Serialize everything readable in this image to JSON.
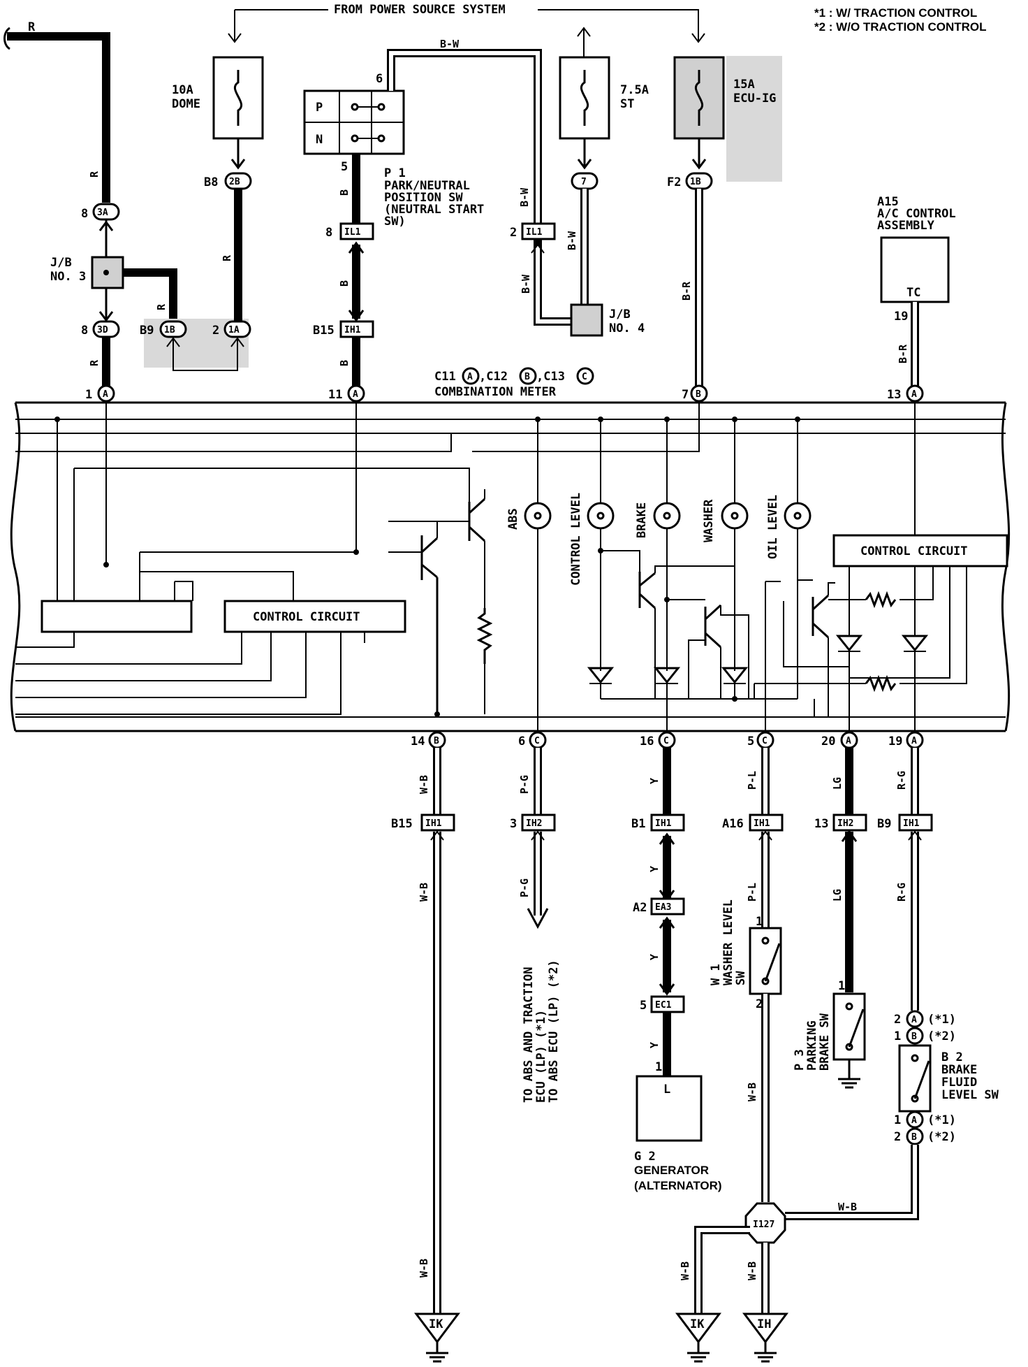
{
  "notes": [
    "*1 : W/ TRACTION CONTROL",
    "*2 : W/O TRACTION CONTROL"
  ],
  "power_source": "FROM POWER SOURCE SYSTEM",
  "fuses": [
    {
      "rating": "10A",
      "name": "DOME"
    },
    {
      "rating": "7.5A",
      "name": "ST"
    },
    {
      "rating": "15A",
      "name": "ECU-IG"
    }
  ],
  "wire_colors": {
    "r": "R",
    "bw": "B-W",
    "b": "B",
    "br": "B-R",
    "wb": "W-B",
    "pg": "P-G",
    "y": "Y",
    "pl": "P-L",
    "lg": "LG",
    "rg": "R-G"
  },
  "junction_blocks": {
    "jb3": [
      "J/B",
      "NO. 3"
    ],
    "jb4": [
      "J/B",
      "NO. 4"
    ]
  },
  "connectors": {
    "c3a": "3A",
    "c3d": "3D",
    "c1b": "1B",
    "c1a": "1A",
    "c2b": "2B",
    "c7": "7",
    "c1b_f2": "1B",
    "il1": "IL1",
    "ih1": "IH1",
    "ih2": "IH2",
    "ea3": "EA3",
    "ec1": "EC1",
    "i127": "I127",
    "a": "A",
    "b": "B",
    "c": "C"
  },
  "pins": {
    "p8a": "8",
    "p8d": "8",
    "b9": "B9",
    "p2": "2",
    "b8": "B8",
    "f2": "F2",
    "p6": "6",
    "p5": "5",
    "p8il": "8",
    "p2il": "2",
    "b15": "B15",
    "p19": "19",
    "m1": "1",
    "m11": "11",
    "m7": "7",
    "m13": "13",
    "m14": "14",
    "m6": "6",
    "m16": "16",
    "m5": "5",
    "m20": "20",
    "m19": "19",
    "b15b": "B15",
    "p3": "3",
    "b1": "B1",
    "a16": "A16",
    "p13": "13",
    "b9b": "B9",
    "a2": "A2",
    "p5ec": "5",
    "g1": "1",
    "w1a": "1",
    "w1b": "2",
    "p3a": "1",
    "b2a": "2",
    "b2b": "1",
    "b2c": "1",
    "b2d": "2"
  },
  "pn_switch": {
    "p": "P",
    "n": "N",
    "id": "P 1",
    "name": [
      "PARK/NEUTRAL",
      "POSITION SW",
      "(NEUTRAL  START",
      " SW)"
    ]
  },
  "ac": {
    "id": "A15",
    "name": [
      "A/C CONTROL",
      "ASSEMBLY"
    ],
    "terminal": "TC"
  },
  "meter": {
    "connectors": "C11",
    "c12": ",C12",
    "c13": ",C13",
    "name": "COMBINATION METER"
  },
  "lamps": [
    "ABS",
    "CONTROL LEVEL",
    "BRAKE",
    "WASHER",
    "OIL LEVEL"
  ],
  "control_circuit": "CONTROL CIRCUIT",
  "abs_note": [
    "TO ABS AND TRACTION",
    "ECU (LP) (*1)",
    "TO ABS ECU (LP) (*2)"
  ],
  "generator": {
    "terminal": "L",
    "id": "G 2",
    "name": [
      "GENERATOR",
      "(ALTERNATOR)"
    ]
  },
  "washer_sw": {
    "id": "W 1",
    "name": [
      "WASHER LEVEL",
      "SW"
    ]
  },
  "parking_sw": {
    "id": "P 3",
    "name": [
      "PARKING",
      "BRAKE SW"
    ]
  },
  "brake_fluid_sw": {
    "id": "B 2",
    "name": [
      "BRAKE",
      "FLUID",
      "LEVEL  SW"
    ],
    "n1": "(*1)",
    "n2": "(*2)"
  },
  "grounds": [
    "IK",
    "IK",
    "IH"
  ]
}
